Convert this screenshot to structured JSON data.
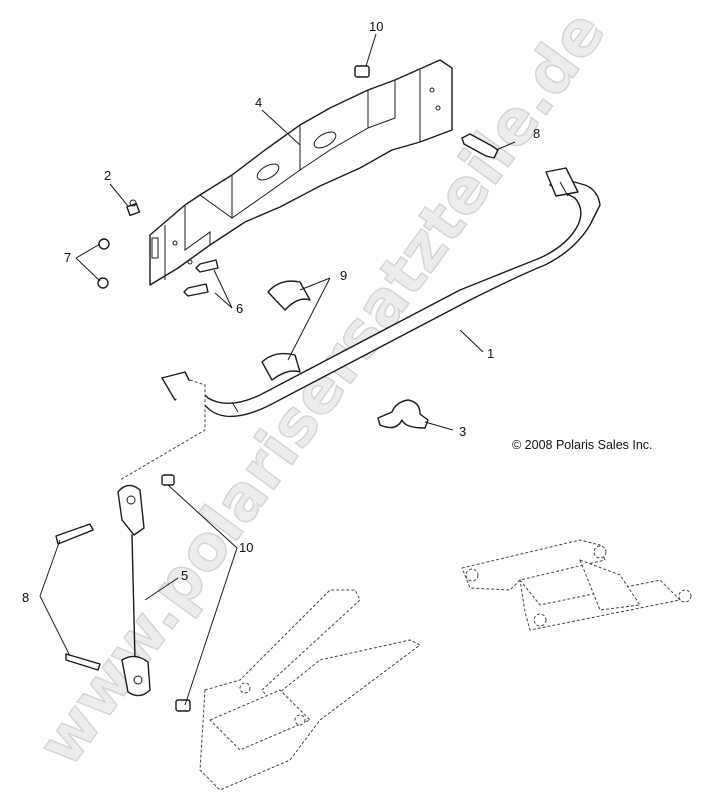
{
  "watermark": "www.polarisersatzteile.de",
  "copyright": "© 2008 Polaris Sales Inc.",
  "callouts": {
    "c1": "1",
    "c2": "2",
    "c3": "3",
    "c4": "4",
    "c5": "5",
    "c6": "6",
    "c7": "7",
    "c8a": "8",
    "c8b": "8",
    "c9": "9",
    "c10a": "10",
    "c10b": "10"
  }
}
